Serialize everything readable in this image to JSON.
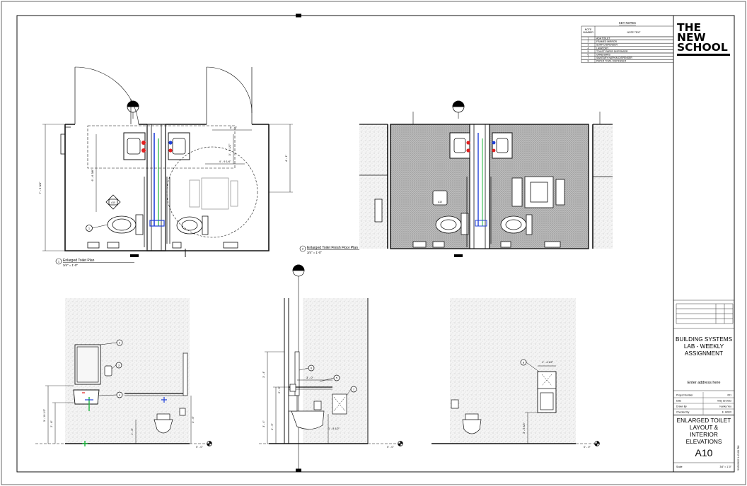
{
  "logo": {
    "line1": "THE",
    "line2": "NEW",
    "line3": "SCHOOL"
  },
  "keynotes": {
    "title": "KEY NOTES",
    "col_number": [
      "NOTE",
      "NUMBER"
    ],
    "col_text": "NOTE TEXT",
    "rows": [
      {
        "num": "1",
        "text": "ADA TOILET"
      },
      {
        "num": "2",
        "text": "FRAMED MIRROR"
      },
      {
        "num": "3",
        "text": "SOAP DISPENSER"
      },
      {
        "num": "4",
        "text": "LAVATORY"
      },
      {
        "num": "5",
        "text": "TOILET PAPER DISPENSER"
      },
      {
        "num": "6",
        "text": "GRAB BARS"
      },
      {
        "num": "7",
        "text": "SANITARY NAPKIN DISPENSER"
      },
      {
        "num": "8",
        "text": "PAPER TOWL DISPENSER"
      }
    ]
  },
  "views": {
    "plan": {
      "number": "1",
      "title": "Enlarged Toilet Plan",
      "scale": "3/4\" = 1'-0\""
    },
    "finish": {
      "number": "2",
      "title": "Enlarged Toilet Finish Floor Plan",
      "scale": "3/4\" = 1'-0\""
    },
    "tag": "A10"
  },
  "dimensions": {
    "plan_left_overall": "7' - 9 3/4\"",
    "plan_inner_height": "6' - 6 3/8\"",
    "plan_stall_width": "4' - 9 1/4\"",
    "plan_clear": "5' - 0\"",
    "plan_depth": "3' - 8 1/2\"",
    "plan_right": "4' - 1\"",
    "elev1_a": "3' - 10 1/2\"",
    "elev1_b": "2' - 8\"",
    "elev1_c": "1' - 6\"",
    "elev1_d": "3' - 6\"",
    "elev1_level": "0' - 0\"",
    "elev2_a": "3' - 4\"",
    "elev2_b": "3' - 0\"",
    "elev2_c": "2' - 0\"",
    "elev2_d": "3' - 4\"",
    "elev2_e": "2' - 9\"",
    "elev2_f": "1' - 8 1/2\"",
    "elev2_level": "0' - 0\"",
    "elev3_a": "1' - 4 1/2\"",
    "elev3_b": "3' - 5 3/4\"",
    "elev3_level": "0' - 0\""
  },
  "callouts": {
    "e1": [
      "2",
      "3",
      "4"
    ],
    "e2": [
      "6",
      "5",
      "7"
    ],
    "e3": [
      "8"
    ]
  },
  "titleblock": {
    "project": "BUILDING SYSTEMS LAB - WEEKLY ASSIGNMENT",
    "address": "Enter address here",
    "rows": [
      {
        "label": "Project Number",
        "value": "001"
      },
      {
        "label": "Date",
        "value": "May 15 2022"
      },
      {
        "label": "Drawn By",
        "value": "Ivanka Yeo"
      },
      {
        "label": "Checked By",
        "value": "E. AKER"
      }
    ],
    "sheet_name": "ENLARGED TOILET LAYOUT & INTERIOR ELEVATIONS",
    "sheet_number": "A10",
    "scale_label": "Scale",
    "scale_value": "3/4\" = 1'-0\"",
    "timestamp": "5/15/2022 3:43:03 PM"
  },
  "colors": {
    "line": "#111111",
    "pipe_red": "#e02020",
    "pipe_blue": "#1f3fd8",
    "pipe_green": "#19b43a",
    "hatch": "#8c8c8c"
  }
}
